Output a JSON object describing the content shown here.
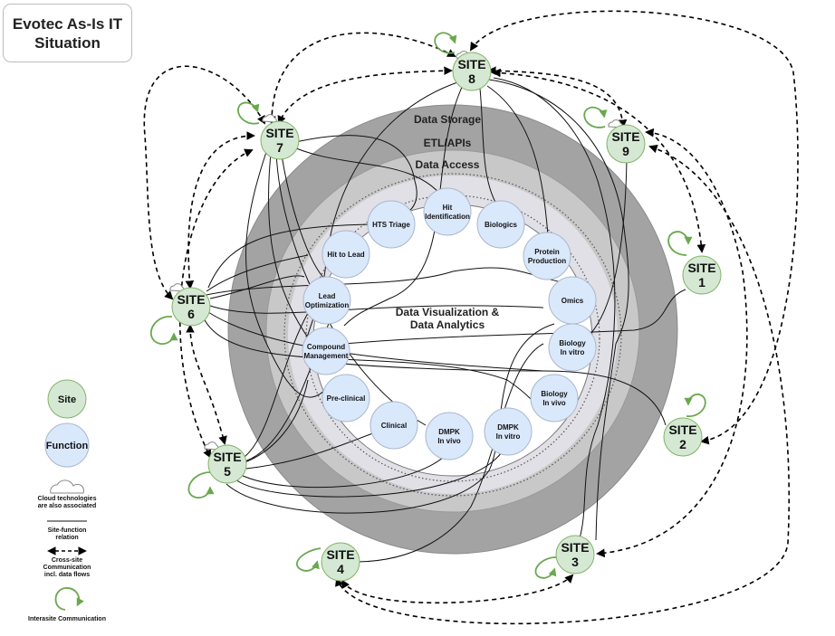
{
  "title": {
    "line1": "Evotec As-Is IT",
    "line2": "Situation"
  },
  "rings": {
    "data_storage": "Data Storage",
    "etl_apis": "ETL/APIs",
    "data_access": "Data Access",
    "center_line1": "Data Visualization &",
    "center_line2": "Data Analytics"
  },
  "sites": [
    {
      "id": "site-8",
      "label": "SITE",
      "num": "8"
    },
    {
      "id": "site-7",
      "label": "SITE",
      "num": "7"
    },
    {
      "id": "site-9",
      "label": "SITE",
      "num": "9"
    },
    {
      "id": "site-1",
      "label": "SITE",
      "num": "1"
    },
    {
      "id": "site-6",
      "label": "SITE",
      "num": "6"
    },
    {
      "id": "site-2",
      "label": "SITE",
      "num": "2"
    },
    {
      "id": "site-5",
      "label": "SITE",
      "num": "5"
    },
    {
      "id": "site-4",
      "label": "SITE",
      "num": "4"
    },
    {
      "id": "site-3",
      "label": "SITE",
      "num": "3"
    }
  ],
  "functions": [
    {
      "id": "hts-triage",
      "lines": [
        "HTS Triage"
      ]
    },
    {
      "id": "hit-identification",
      "lines": [
        "Hit",
        "Identification"
      ]
    },
    {
      "id": "biologics",
      "lines": [
        "Biologics"
      ]
    },
    {
      "id": "protein-production",
      "lines": [
        "Protein",
        "Production"
      ]
    },
    {
      "id": "hit-to-lead",
      "lines": [
        "Hit to Lead"
      ]
    },
    {
      "id": "omics",
      "lines": [
        "Omics"
      ]
    },
    {
      "id": "lead-optimization",
      "lines": [
        "Lead",
        "Optimization"
      ]
    },
    {
      "id": "biology-in-vitro",
      "lines": [
        "Biology",
        "In vitro"
      ]
    },
    {
      "id": "compound-management",
      "lines": [
        "Compound",
        "Management"
      ]
    },
    {
      "id": "pre-clinical",
      "lines": [
        "Pre-clinical"
      ]
    },
    {
      "id": "biology-in-vivo",
      "lines": [
        "Biology",
        "In vivo"
      ]
    },
    {
      "id": "clinical",
      "lines": [
        "Clinical"
      ]
    },
    {
      "id": "dmpk-in-vivo",
      "lines": [
        "DMPK",
        "In vivo"
      ]
    },
    {
      "id": "dmpk-in-vitro",
      "lines": [
        "DMPK",
        "In vitro"
      ]
    }
  ],
  "legend": {
    "site": "Site",
    "function": "Function",
    "cloud_line1": "Cloud technologies",
    "cloud_line2": "are also associated",
    "relation_line1": "Site-function",
    "relation_line2": "relation",
    "flow_line1": "Cross-site",
    "flow_line2": "Communication",
    "flow_line3": "incl. data flows",
    "intrasite": "Interasite Communication"
  },
  "colors": {
    "site_fill": "#d5e8d4",
    "site_stroke": "#82b366",
    "function_fill": "#dae8fc",
    "function_stroke": "#aab7cc",
    "ring_outer": "#a3a3a3",
    "ring_middle": "#c8c8c8",
    "ring_inner": "#e0e0e6",
    "center": "#ffffff",
    "intrasite_arrow": "#6aa84f"
  }
}
